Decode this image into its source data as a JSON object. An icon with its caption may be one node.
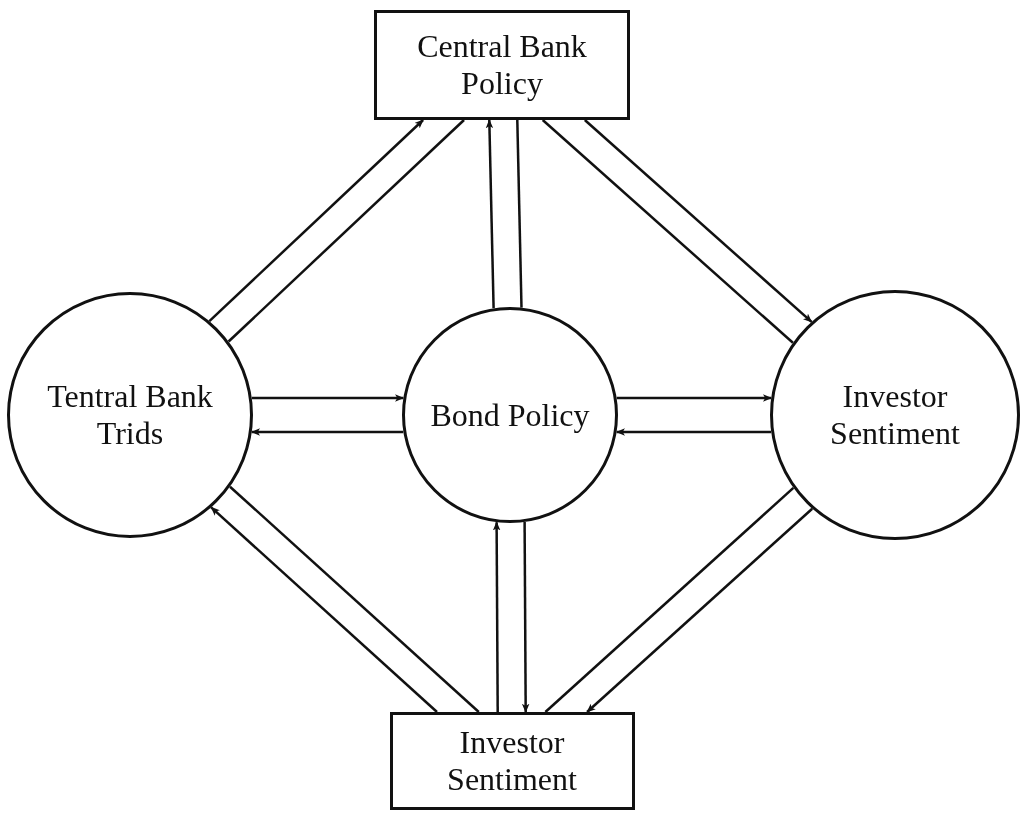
{
  "diagram": {
    "nodes": [
      {
        "text": [
          "Central Bank Policy"
        ]
      },
      {
        "text": [
          "Tentral Bank Trids"
        ]
      },
      {
        "text": [
          "Bond Policy"
        ]
      },
      {
        "text": [
          "Investor Sentiment"
        ]
      },
      {
        "text": [
          "Investor Sentiment"
        ]
      }
    ],
    "edges": [
      {
        "from": 1,
        "to": 0,
        "arrow": "to"
      },
      {
        "from": 0,
        "to": 1,
        "arrow": "none"
      },
      {
        "from": 0,
        "to": 3,
        "arrow": "to"
      },
      {
        "from": 0,
        "to": 3,
        "arrow": "none"
      },
      {
        "from": 2,
        "to": 0,
        "arrow": "to"
      },
      {
        "from": 2,
        "to": 0,
        "arrow": "none"
      },
      {
        "from": 1,
        "to": 2,
        "arrow": "to"
      },
      {
        "from": 2,
        "to": 1,
        "arrow": "to"
      },
      {
        "from": 2,
        "to": 3,
        "arrow": "to"
      },
      {
        "from": 3,
        "to": 2,
        "arrow": "to"
      },
      {
        "from": 3,
        "to": 4,
        "arrow": "to"
      },
      {
        "from": 3,
        "to": 4,
        "arrow": "none"
      },
      {
        "from": 4,
        "to": 1,
        "arrow": "to"
      },
      {
        "from": 1,
        "to": 4,
        "arrow": "none"
      },
      {
        "from": 4,
        "to": 2,
        "arrow": "to"
      },
      {
        "from": 2,
        "to": 4,
        "arrow": "to"
      }
    ]
  }
}
